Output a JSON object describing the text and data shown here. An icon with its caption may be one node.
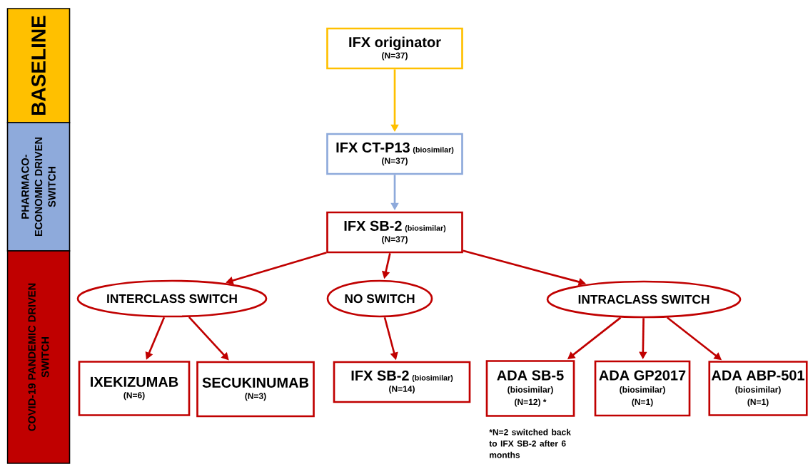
{
  "diagram": {
    "nodes": [
      {
        "text": [
          "BASELINE"
        ]
      },
      {
        "text": [
          "PHARMACO-ECONOMIC DRIVEN SWITCH"
        ]
      },
      {
        "text": [
          "COVID-19 PANDEMIC DRIVEN SWITCH"
        ]
      },
      {
        "text": [
          "IFX originator",
          "(N=37)"
        ]
      },
      {
        "text": [
          "IFX CT-P13",
          "(biosimilar)",
          "(N=37)"
        ]
      },
      {
        "text": [
          "IFX SB-2",
          "(biosimilar)",
          "(N=37)"
        ]
      },
      {
        "text": [
          "INTERCLASS SWITCH"
        ]
      },
      {
        "text": [
          "NO SWITCH"
        ]
      },
      {
        "text": [
          "INTRACLASS SWITCH"
        ]
      },
      {
        "text": [
          "IXEKIZUMAB",
          "(N=6)"
        ]
      },
      {
        "text": [
          "SECUKINUMAB",
          "(N=3)"
        ]
      },
      {
        "text": [
          "IFX SB-2",
          "(biosimilar)",
          "(N=14)"
        ]
      },
      {
        "text": [
          "ADA SB-5",
          "(biosimilar)",
          "(N=12) *"
        ],
        "beside": [
          "*N=2 switched back to IFX SB-2 after 6 months"
        ]
      },
      {
        "text": [
          "ADA GP2017",
          "(biosimilar)",
          "(N=1)"
        ]
      },
      {
        "text": [
          "ADA ABP-501",
          "(biosimilar)",
          "(N=1)"
        ]
      }
    ],
    "edges": [
      {
        "from": 3,
        "to": 4,
        "arrow": "to",
        "color": "#ffc000"
      },
      {
        "from": 4,
        "to": 5,
        "arrow": "to",
        "color": "#8eaadb"
      },
      {
        "from": 5,
        "to": 6,
        "arrow": "to"
      },
      {
        "from": 5,
        "to": 7,
        "arrow": "to"
      },
      {
        "from": 5,
        "to": 8,
        "arrow": "to"
      },
      {
        "from": 6,
        "to": 9,
        "arrow": "to"
      },
      {
        "from": 6,
        "to": 10,
        "arrow": "to"
      },
      {
        "from": 7,
        "to": 11,
        "arrow": "to"
      },
      {
        "from": 8,
        "to": 12,
        "arrow": "to"
      },
      {
        "from": 8,
        "to": 13,
        "arrow": "to"
      },
      {
        "from": 8,
        "to": 14,
        "arrow": "to"
      }
    ]
  }
}
